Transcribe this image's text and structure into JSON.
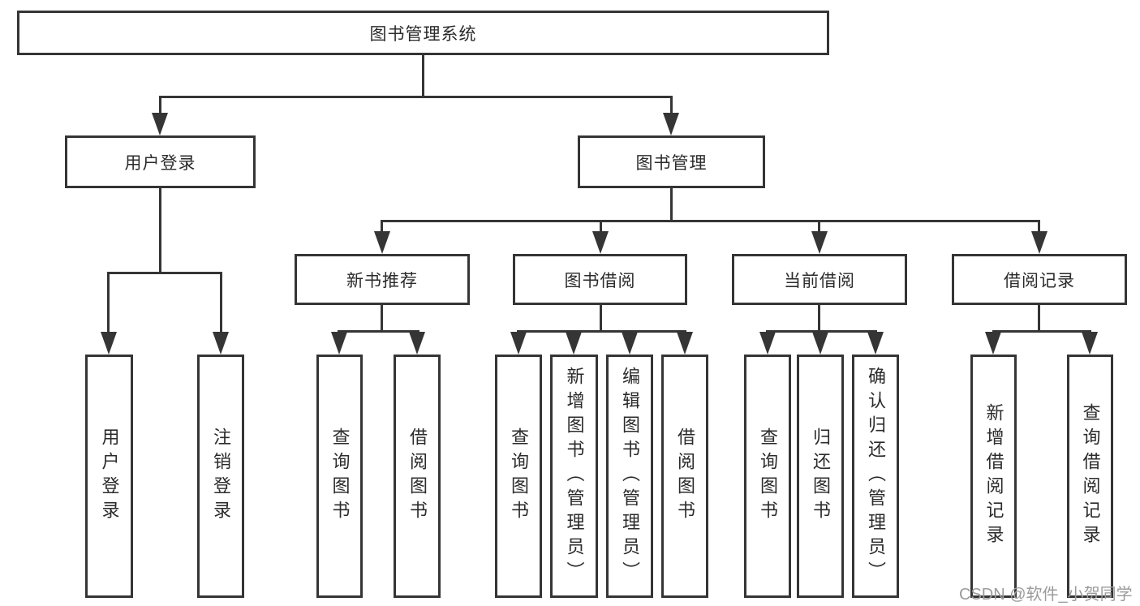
{
  "nodes": {
    "root": {
      "label": "图书管理系统"
    },
    "user_login": {
      "label": "用户登录"
    },
    "book_mgmt": {
      "label": "图书管理"
    },
    "new_book_rec": {
      "label": "新书推荐"
    },
    "book_borrow": {
      "label": "图书借阅"
    },
    "current_borrow": {
      "label": "当前借阅"
    },
    "borrow_records": {
      "label": "借阅记录"
    },
    "leaf_user_login": {
      "label": "用户登录"
    },
    "leaf_logout": {
      "label": "注销登录"
    },
    "leaf_query_book_1": {
      "label": "查询图书"
    },
    "leaf_borrow_book_1": {
      "label": "借阅图书"
    },
    "leaf_query_book_2": {
      "label": "查询图书"
    },
    "leaf_add_book": {
      "label": "新增图书（管理员）"
    },
    "leaf_edit_book": {
      "label": "编辑图书（管理员）"
    },
    "leaf_borrow_book_2": {
      "label": "借阅图书"
    },
    "leaf_query_book_3": {
      "label": "查询图书"
    },
    "leaf_return_book": {
      "label": "归还图书"
    },
    "leaf_confirm_return": {
      "label": "确认归还（管理员）"
    },
    "leaf_add_record": {
      "label": "新增借阅记录"
    },
    "leaf_query_record": {
      "label": "查询借阅记录"
    }
  },
  "watermark": {
    "text": "CSDN @软件_小贺同学"
  },
  "colors": {
    "line": "#353535",
    "text": "#2b2b2b",
    "box_background": "#ffffff",
    "page_background": "#ffffff",
    "watermark": "#9b9b9b"
  }
}
